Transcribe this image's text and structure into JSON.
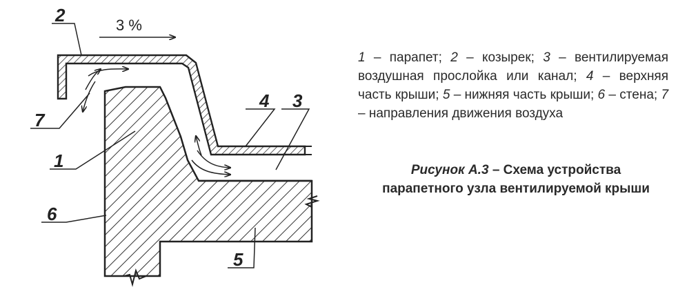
{
  "diagram": {
    "slope_label": "3 %",
    "callouts": {
      "c1": "1",
      "c2": "2",
      "c3": "3",
      "c4": "4",
      "c5": "5",
      "c6": "6",
      "c7": "7"
    }
  },
  "legend": [
    {
      "num": "1",
      "text": "парапет"
    },
    {
      "num": "2",
      "text": "козырек"
    },
    {
      "num": "3",
      "text": "вентилируемая воздушная прослойка или канал"
    },
    {
      "num": "4",
      "text": "верхняя часть крыши"
    },
    {
      "num": "5",
      "text": "нижняя часть крыши"
    },
    {
      "num": "6",
      "text": "стена"
    },
    {
      "num": "7",
      "text": "направления движения воздуха"
    }
  ],
  "caption": {
    "label": "Рисунок А.3",
    "text": "Схема устройства парапетного узла вентилируемой крыши"
  }
}
